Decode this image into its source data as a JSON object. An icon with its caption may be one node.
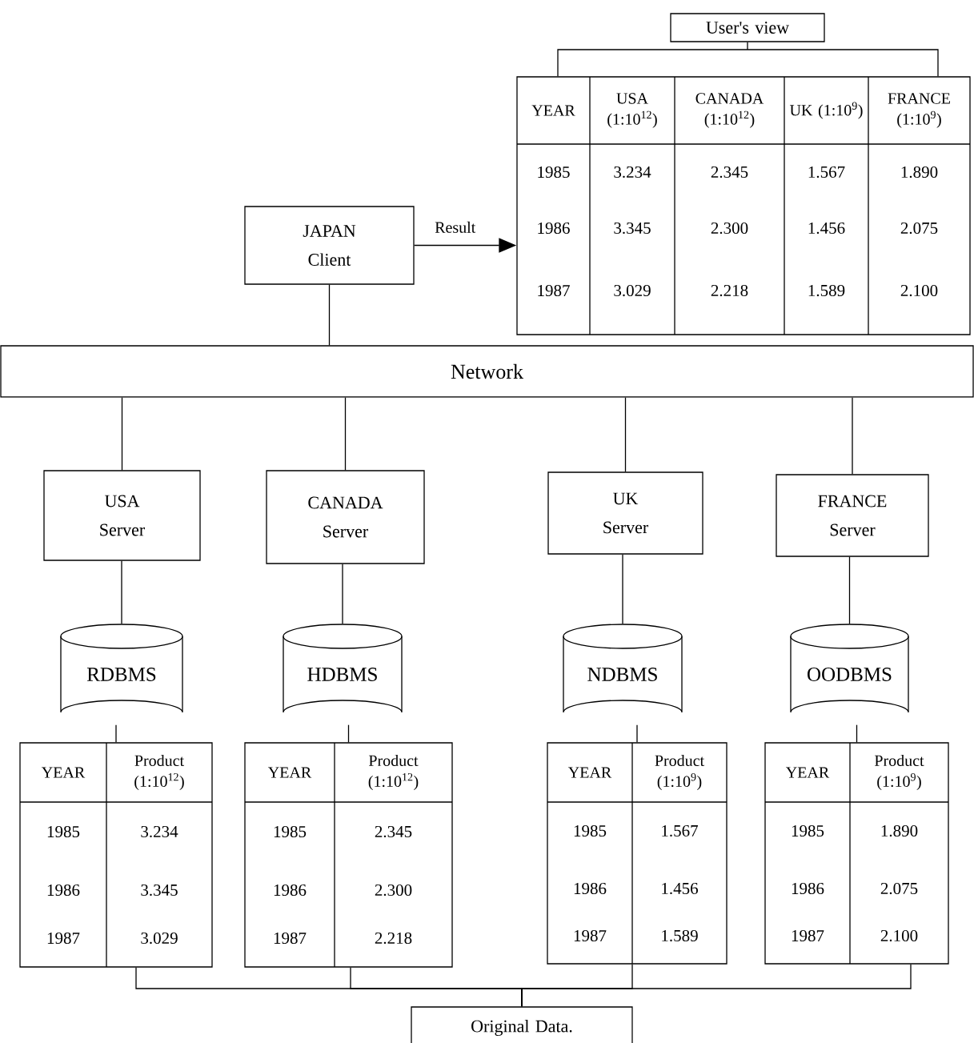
{
  "diagram": {
    "nodes": [
      {
        "text": [
          "User's view"
        ]
      },
      {
        "text": [
          "YEAR",
          "USA (1:10$^{12}$)",
          "CANADA (1:10$^{12}$)",
          "UK (1:10$^{9}$)",
          "FRANCE (1:10$^{9}$)",
          "1985",
          "3.234",
          "2.345",
          "1.567",
          "1.890",
          "1986",
          "3.345",
          "2.300",
          "1.456",
          "2.075",
          "1987",
          "3.029",
          "2.218",
          "1.589",
          "2.100"
        ]
      },
      {
        "text": [
          "JAPAN Client"
        ]
      },
      {
        "text": [
          "Network"
        ]
      },
      {
        "text": [
          "USA Server"
        ]
      },
      {
        "text": [
          "CANADA Server"
        ]
      },
      {
        "text": [
          "UK Server"
        ]
      },
      {
        "text": [
          "FRANCE Server"
        ]
      },
      {
        "text": [
          "RDBMS"
        ]
      },
      {
        "text": [
          "HDBMS"
        ]
      },
      {
        "text": [
          "NDBMS"
        ]
      },
      {
        "text": [
          "OODBMS"
        ]
      },
      {
        "text": [
          "YEAR",
          "Product (1:10$^{12}$)",
          "1985",
          "3.234",
          "1986",
          "3.345",
          "1987",
          "3.029"
        ]
      },
      {
        "text": [
          "YEAR",
          "Product (1:10$^{12}$)",
          "1985",
          "2.345",
          "1986",
          "2.300",
          "1987",
          "2.218"
        ]
      },
      {
        "text": [
          "YEAR",
          "Product (1:10$^{9}$)",
          "1985",
          "1.567",
          "1986",
          "1.456",
          "1987",
          "1.589"
        ]
      },
      {
        "text": [
          "YEAR",
          "Product (1:10$^{9}$)",
          "1985",
          "1.890",
          "1986",
          "2.075",
          "1987",
          "2.100"
        ]
      },
      {
        "text": [
          "Original Data."
        ]
      }
    ],
    "edges": [
      {
        "from": 0,
        "to": 1,
        "arrow": "none"
      },
      {
        "from": 2,
        "to": 1,
        "arrow": "to",
        "label": "Result"
      },
      {
        "from": 2,
        "to": 3,
        "arrow": "none"
      },
      {
        "from": 3,
        "to": 4,
        "arrow": "none"
      },
      {
        "from": 3,
        "to": 5,
        "arrow": "none"
      },
      {
        "from": 3,
        "to": 6,
        "arrow": "none"
      },
      {
        "from": 3,
        "to": 7,
        "arrow": "none"
      },
      {
        "from": 4,
        "to": 8,
        "arrow": "none"
      },
      {
        "from": 5,
        "to": 9,
        "arrow": "none"
      },
      {
        "from": 6,
        "to": 10,
        "arrow": "none"
      },
      {
        "from": 7,
        "to": 11,
        "arrow": "none"
      },
      {
        "from": 8,
        "to": 12,
        "arrow": "none"
      },
      {
        "from": 9,
        "to": 13,
        "arrow": "none"
      },
      {
        "from": 10,
        "to": 14,
        "arrow": "none"
      },
      {
        "from": 11,
        "to": 15,
        "arrow": "none"
      },
      {
        "from": 12,
        "to": 16,
        "arrow": "none"
      },
      {
        "from": 13,
        "to": 16,
        "arrow": "none"
      },
      {
        "from": 14,
        "to": 16,
        "arrow": "none"
      },
      {
        "from": 15,
        "to": 16,
        "arrow": "none"
      }
    ]
  }
}
